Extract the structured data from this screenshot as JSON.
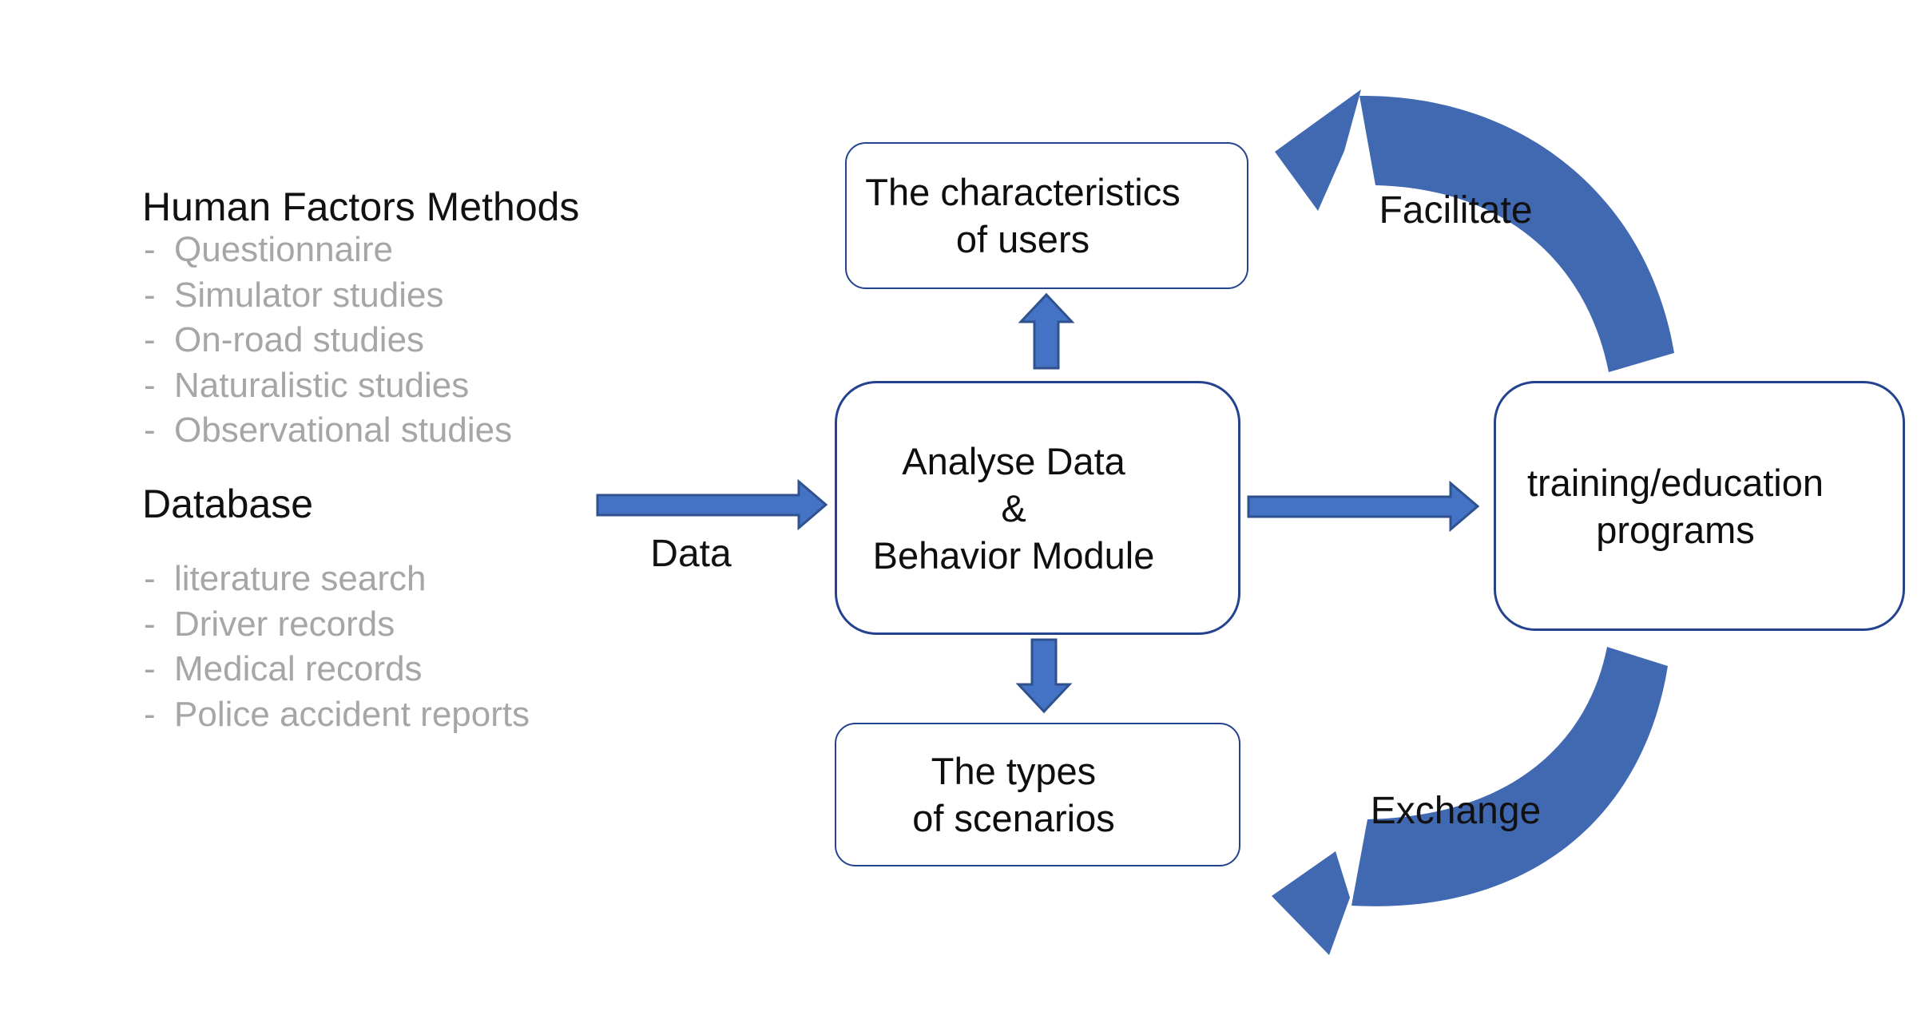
{
  "colors": {
    "arrow_fill": "#4472c4",
    "arrow_border": "#2f528f",
    "curved_arrow_fill": "#4169b2",
    "box_border": "#24438f",
    "muted_text": "#a6a6a6",
    "text": "#111111"
  },
  "left_panel": {
    "bullet": "-",
    "methods": {
      "title": "Human Factors Methods",
      "items": [
        "Questionnaire",
        "Simulator studies",
        "On-road studies",
        "Naturalistic studies",
        "Observational studies"
      ]
    },
    "database": {
      "title": "Database",
      "items": [
        "literature search",
        "Driver records",
        "Medical records",
        "Police accident reports"
      ]
    }
  },
  "boxes": {
    "characteristics": {
      "line1": "The characteristics",
      "line2": "of users"
    },
    "analyse": {
      "line1": "Analyse Data",
      "line2": "&",
      "line3": "Behavior Module"
    },
    "scenarios": {
      "line1": "The types",
      "line2": "of scenarios"
    },
    "training": {
      "line1": "training/education",
      "line2": "programs"
    }
  },
  "labels": {
    "data": "Data",
    "facilitate": "Facilitate",
    "exchange": "Exchange"
  }
}
